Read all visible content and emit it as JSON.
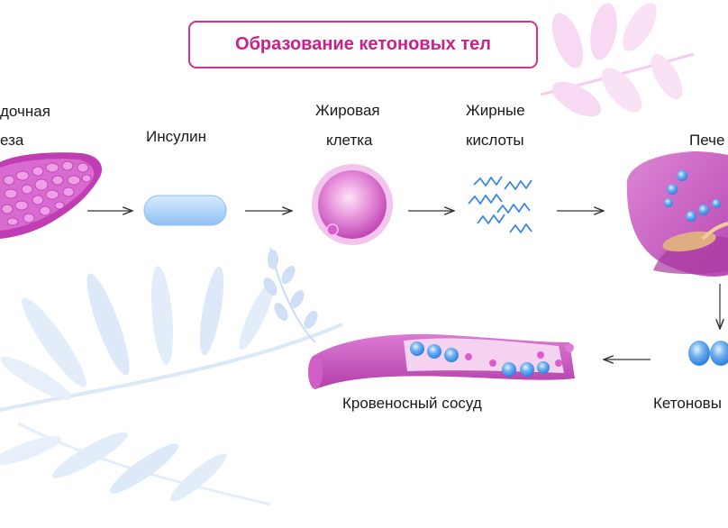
{
  "title": "Образование кетоновых тел",
  "labels": {
    "pancreas_line1": "дочная",
    "pancreas_line2": "еза",
    "insulin": "Инсулин",
    "fat_cell_line1": "Жировая",
    "fat_cell_line2": "клетка",
    "fatty_acids_line1": "Жирные",
    "fatty_acids_line2": "кислоты",
    "liver": "Пече",
    "blood_vessel": "Кровеносный сосуд",
    "ketone_bodies": "Кетоновы"
  },
  "colors": {
    "title": "#c8218a",
    "magenta": "#c53fb4",
    "light_pink": "#f2c9ec",
    "blue_ketone": "#4d9be8",
    "insulin_blue": "#a9d1f7",
    "leaf_blue": "#dde9f8",
    "arrow": "#333333"
  }
}
